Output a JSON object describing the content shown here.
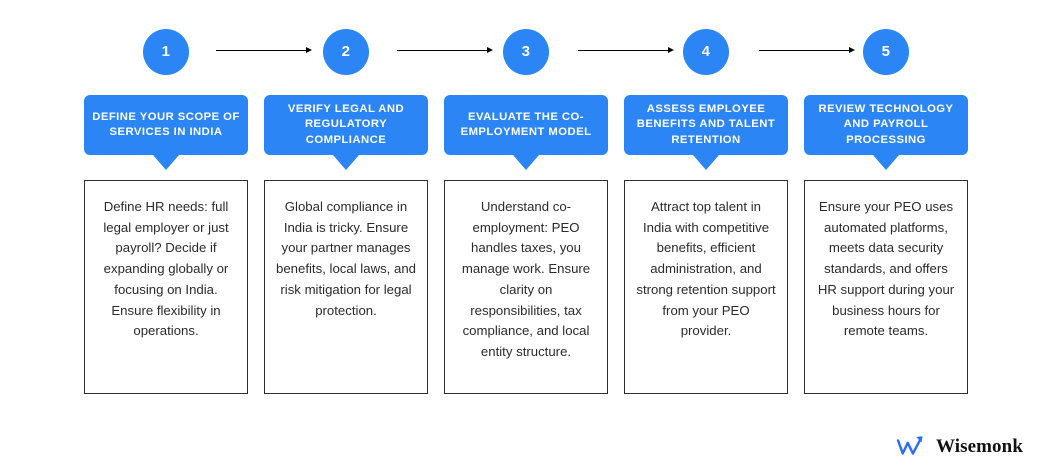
{
  "theme": {
    "accent_blue": "#2b85f5",
    "card_border": "#2f2f2f",
    "body_text": "#2b2b2b",
    "background": "#ffffff",
    "arrow_color": "#000000",
    "logo_mark_color": "#2b6ef5",
    "logo_text_color": "#111111"
  },
  "steps": [
    {
      "number": "1",
      "title": "DEFINE YOUR SCOPE OF SERVICES IN INDIA",
      "description": "Define HR needs: full legal employer or just payroll? Decide if expanding globally or focusing on India. Ensure flexibility in operations."
    },
    {
      "number": "2",
      "title": "VERIFY LEGAL AND REGULATORY COMPLIANCE",
      "description": "Global compliance in India is tricky. Ensure your partner manages benefits, local laws, and risk mitigation for legal protection."
    },
    {
      "number": "3",
      "title": "EVALUATE THE CO-EMPLOYMENT MODEL",
      "description": "Understand co-employment: PEO handles taxes, you manage work. Ensure clarity on responsibilities, tax compliance, and local entity structure."
    },
    {
      "number": "4",
      "title": "ASSESS EMPLOYEE BENEFITS AND TALENT RETENTION",
      "description": "Attract top talent in India with competitive benefits, efficient administration, and strong retention support from your PEO provider."
    },
    {
      "number": "5",
      "title": "REVIEW TECHNOLOGY AND PAYROLL PROCESSING",
      "description": "Ensure your PEO uses automated platforms, meets data security standards, and offers HR support during your business hours for remote teams."
    }
  ],
  "connectors": [
    {
      "name": "arrow-1-to-2"
    },
    {
      "name": "arrow-2-to-3"
    },
    {
      "name": "arrow-3-to-4"
    },
    {
      "name": "arrow-4-to-5"
    }
  ],
  "logo": {
    "mark_name": "wisemonk-arrow-mark-icon",
    "text": "Wisemonk"
  }
}
